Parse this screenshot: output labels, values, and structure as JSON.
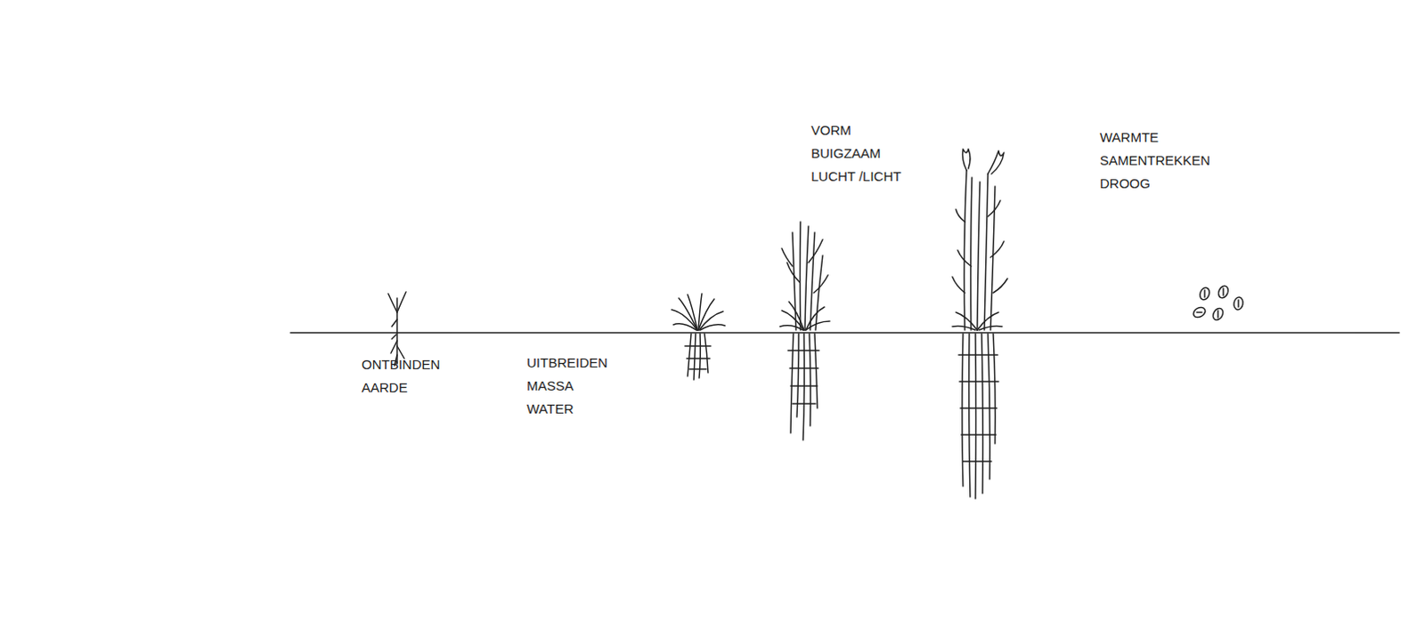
{
  "diagram": {
    "labels": [
      "ONTBINDEN AARDE",
      "UITBREIDEN MASSA WATER",
      "VORM BUIGZAAM LUCHT /LICHT",
      "WARMTE SAMENTREKKEN DROOG"
    ]
  }
}
